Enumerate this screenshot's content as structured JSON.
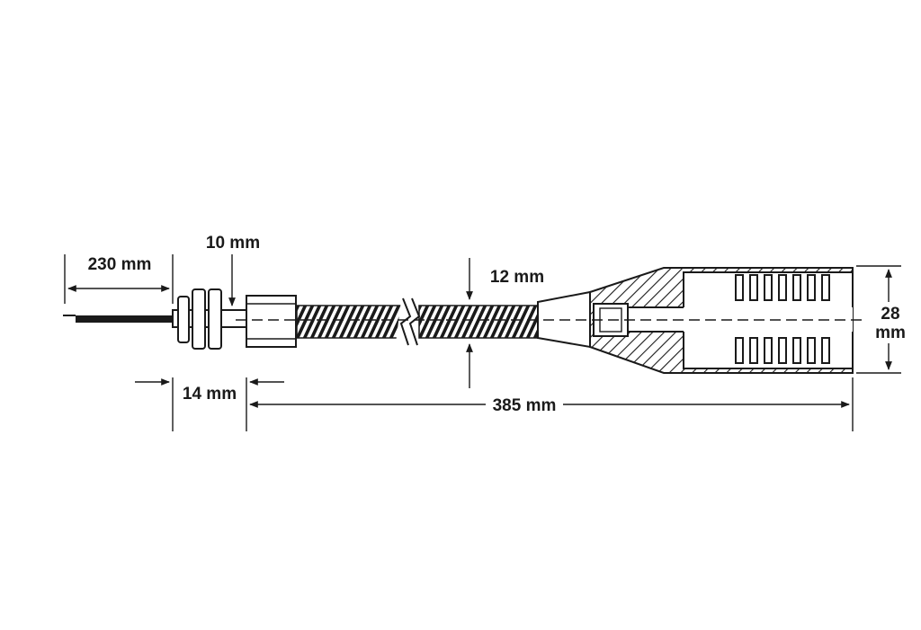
{
  "dimensions": {
    "cable_length": "230 mm",
    "thread_diameter": "10 mm",
    "hose_diameter": "12 mm",
    "body_diameter_value": "28",
    "body_diameter_unit": "mm",
    "fitting_length": "14 mm",
    "total_length": "385 mm"
  },
  "colors": {
    "line": "#1a1a1a",
    "background": "#ffffff"
  }
}
